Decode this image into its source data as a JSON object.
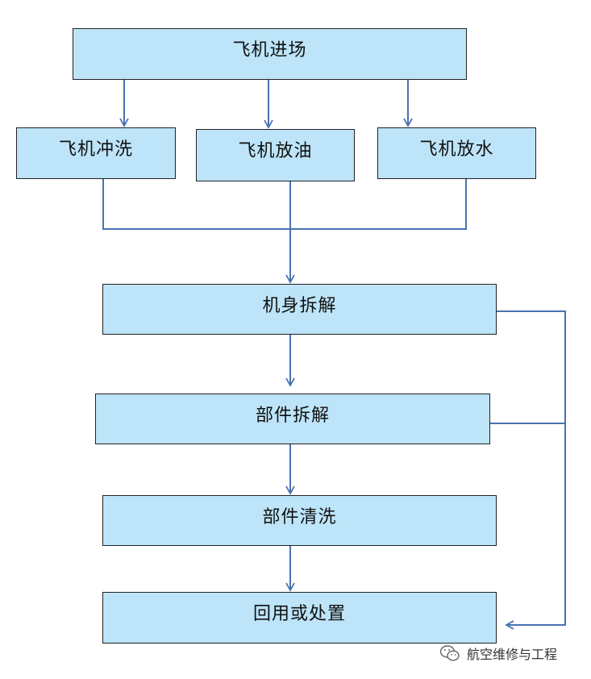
{
  "nodes": {
    "aircraft_arrival": "飞机进场",
    "aircraft_wash": "飞机冲洗",
    "fuel_drain": "飞机放油",
    "water_drain": "飞机放水",
    "fuselage_dismantle": "机身拆解",
    "part_dismantle": "部件拆解",
    "part_clean": "部件清洗",
    "reuse_or_dispose": "回用或处置"
  },
  "watermark": {
    "text": "航空维修与工程",
    "icon": "wechat-icon"
  },
  "colors": {
    "node_fill": "#bde4f8",
    "node_border": "#222222",
    "arrow": "#4a72b0"
  }
}
